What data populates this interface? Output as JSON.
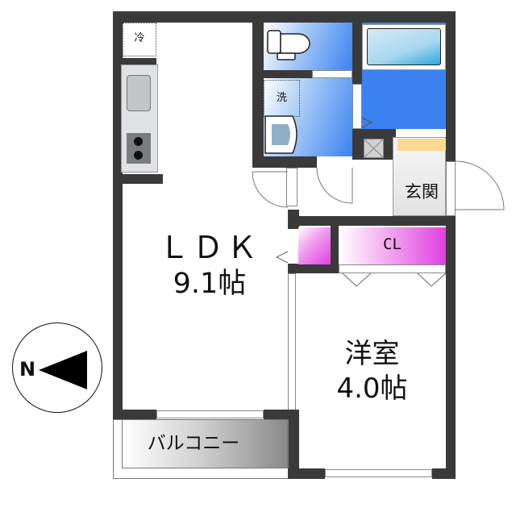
{
  "floorplan": {
    "rooms": {
      "ldk": {
        "name": "ＬＤＫ",
        "size": "9.1帖"
      },
      "western_room": {
        "name": "洋室",
        "size": "4.0帖"
      },
      "entrance": {
        "name": "玄関"
      },
      "closet": {
        "name": "CL"
      },
      "balcony": {
        "name": "バルコニー"
      },
      "refrigerator": {
        "name": "冷"
      },
      "washer": {
        "name": "洗"
      }
    },
    "compass": {
      "label": "N",
      "direction": "left"
    },
    "colors": {
      "wall": "#3a3a3a",
      "wet_area_blue": "#3b82f0",
      "closet_magenta": "#e040e0",
      "entrance_floor": "#e8e8e8",
      "shoe_box": "#fbd990",
      "balcony_gray": "#9a9a9a"
    }
  }
}
